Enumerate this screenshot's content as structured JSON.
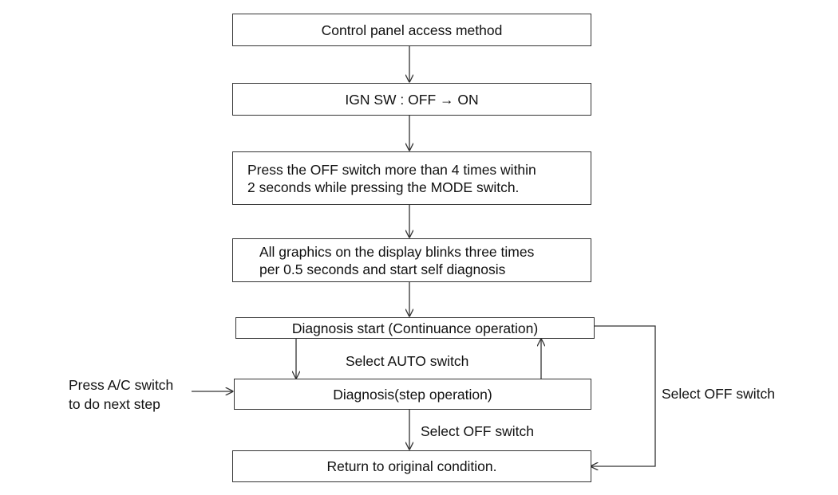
{
  "flowchart": {
    "step1": "Control panel access method",
    "step2": "IGN SW : OFF → ON",
    "step3_line1": "Press the OFF switch more than 4 times within",
    "step3_line2": "2 seconds while pressing the MODE switch.",
    "step4_line1": "All graphics on the display blinks three times",
    "step4_line2": "per 0.5 seconds and start self diagnosis",
    "step5": "Diagnosis start (Continuance operation)",
    "step6": "Diagnosis(step operation)",
    "step7": "Return to original condition."
  },
  "labels": {
    "select_auto": "Select AUTO switch",
    "select_off_middle": "Select OFF switch",
    "select_off_right": "Select OFF switch",
    "press_ac_line1": "Press A/C switch",
    "press_ac_line2": "to do next step"
  },
  "colors": {
    "line": "#333333",
    "text": "#111111",
    "background": "#ffffff"
  }
}
